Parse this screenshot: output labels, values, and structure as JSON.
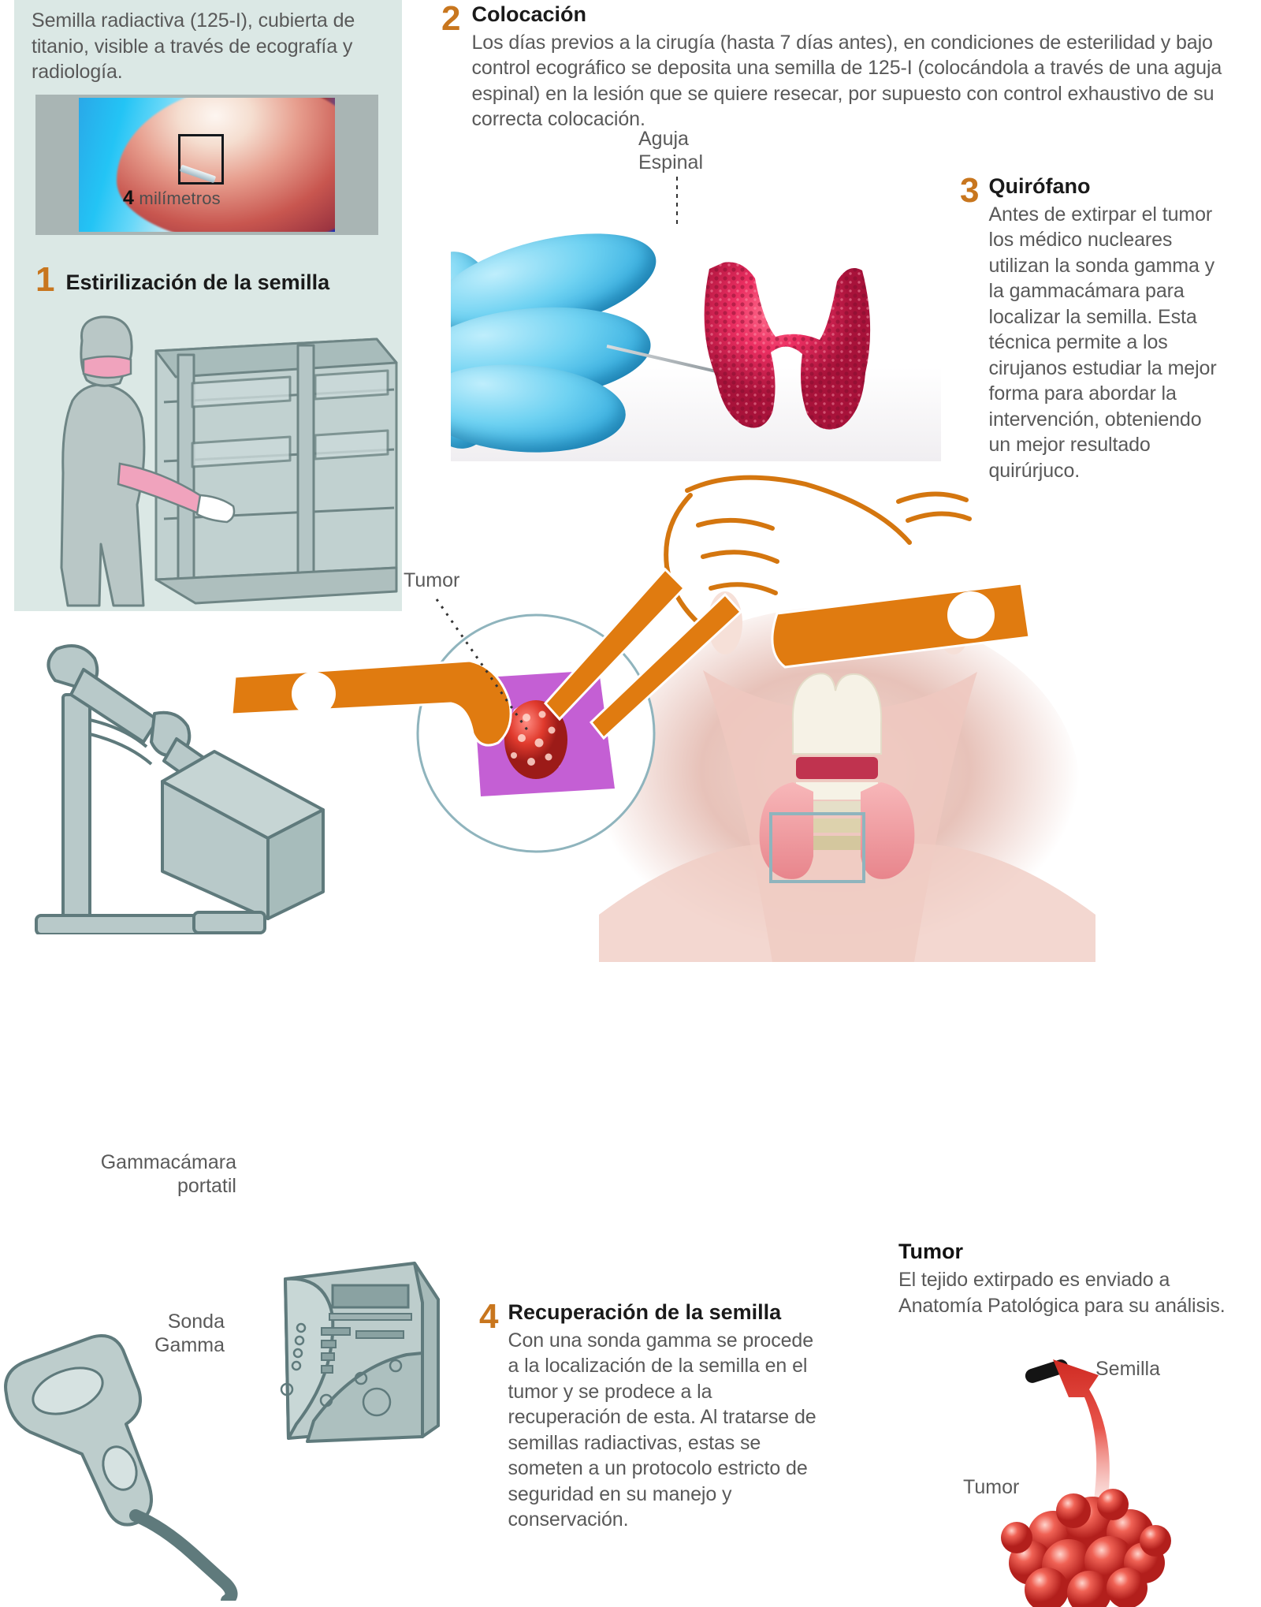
{
  "sidebar": {
    "intro": "Semilla radiactiva (125-I), cubierta de titanio, visible a través de ecografía y radiología.",
    "photo": {
      "scale_number": "4",
      "scale_unit": "milímetros",
      "seed_icon": "radioactive-seed-icon"
    },
    "step1": {
      "number": "1",
      "title": "Estirilización de la semilla",
      "illustration": "technician-sterilizing-seeds-illustration"
    },
    "background_color": "#dbe8e5"
  },
  "step2": {
    "number": "2",
    "title": "Colocación",
    "body": "Los días previos a la cirugía (hasta 7 días antes), en condiciones de esterilidad y bajo control ecográfico se deposita una semilla de 125-I (colocándola a través de una aguja espinal) en la lesión que se quiere resecar, por supuesto con control exhaustivo de su correcta colocación.",
    "callout_line1": "Aguja",
    "callout_line2": "Espinal",
    "photo": "gloved-hand-with-spinal-needle-and-thyroid-model-photo"
  },
  "step3": {
    "number": "3",
    "title": "Quirófano",
    "body": "Antes de extirpar el tumor los médico nucleares utilizan la sonda gamma y la gammacámara para localizar la semilla. Esta técnica permite a los cirujanos estudiar la mejor forma para abordar la intervención, obteniendo un mejor resultado quirúrjuco."
  },
  "centre_scene": {
    "tumor_callout": "Tumor",
    "illustration": "neck-surgery-with-retractors-and-thyroid-anatomy"
  },
  "gammacamera": {
    "label_line1": "Gammacámara",
    "label_line2": "portatil",
    "illustration": "portable-gamma-camera-illustration"
  },
  "sonda": {
    "label_line1": "Sonda",
    "label_line2": "Gamma",
    "illustration": "gamma-probe-illustration",
    "console_illustration": "gamma-probe-console-illustration"
  },
  "step4": {
    "number": "4",
    "title": "Recuperación de la semilla",
    "body": "Con una sonda gamma se procede a la localización de la semilla en el tumor y se prodece a la recuperación de esta. Al tratarse de semillas radiactivas, estas se someten a un protocolo estricto de seguridad en su manejo y conservación."
  },
  "tumor_panel": {
    "title": "Tumor",
    "body": "El tejido extirpado es enviado a Anatomía Patológica para su análisis.",
    "seed_label": "Semilla",
    "tumor_label": "Tumor",
    "illustration": "extracted-tumor-with-seed-illustration"
  },
  "colors": {
    "accent_orange": "#c8761e",
    "instrument_orange": "#e07b10",
    "sidebar_bg": "#dbe8e5",
    "body_text": "#595959",
    "heading_text": "#1a1a1a",
    "tumor_red": "#d9342b",
    "drape_purple": "#c45fd4",
    "device_gray": "#b9c9c9",
    "seed_black": "#141414"
  }
}
